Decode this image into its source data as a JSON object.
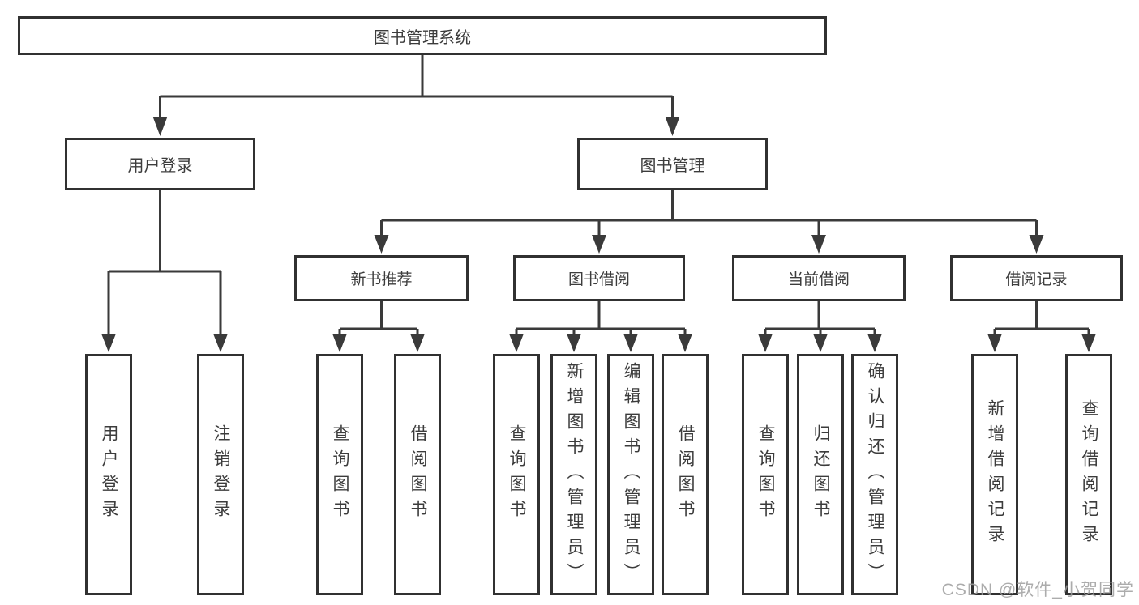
{
  "diagram": {
    "root": {
      "label": "图书管理系统"
    },
    "level1": [
      {
        "label": "用户登录"
      },
      {
        "label": "图书管理"
      }
    ],
    "level2": [
      {
        "label": "新书推荐"
      },
      {
        "label": "图书借阅"
      },
      {
        "label": "当前借阅"
      },
      {
        "label": "借阅记录"
      }
    ],
    "leaves": {
      "login": [
        {
          "label": "用户登录"
        },
        {
          "label": "注销登录"
        }
      ],
      "recommend": [
        {
          "label": "查询图书"
        },
        {
          "label": "借阅图书"
        }
      ],
      "borrow": [
        {
          "label": "查询图书"
        },
        {
          "label": "新增图书（管理员）"
        },
        {
          "label": "编辑图书（管理员）"
        },
        {
          "label": "借阅图书"
        }
      ],
      "current": [
        {
          "label": "查询图书"
        },
        {
          "label": "归还图书"
        },
        {
          "label": "确认归还（管理员）"
        }
      ],
      "records": [
        {
          "label": "新增借阅记录"
        },
        {
          "label": "查询借阅记录"
        }
      ]
    }
  },
  "watermark": "CSDN @软件_小贺同学",
  "colors": {
    "line": "#3a3a3a",
    "border": "#313131",
    "text": "#3c3c3c",
    "watermark": "#9e9e9e",
    "background": "#ffffff"
  }
}
